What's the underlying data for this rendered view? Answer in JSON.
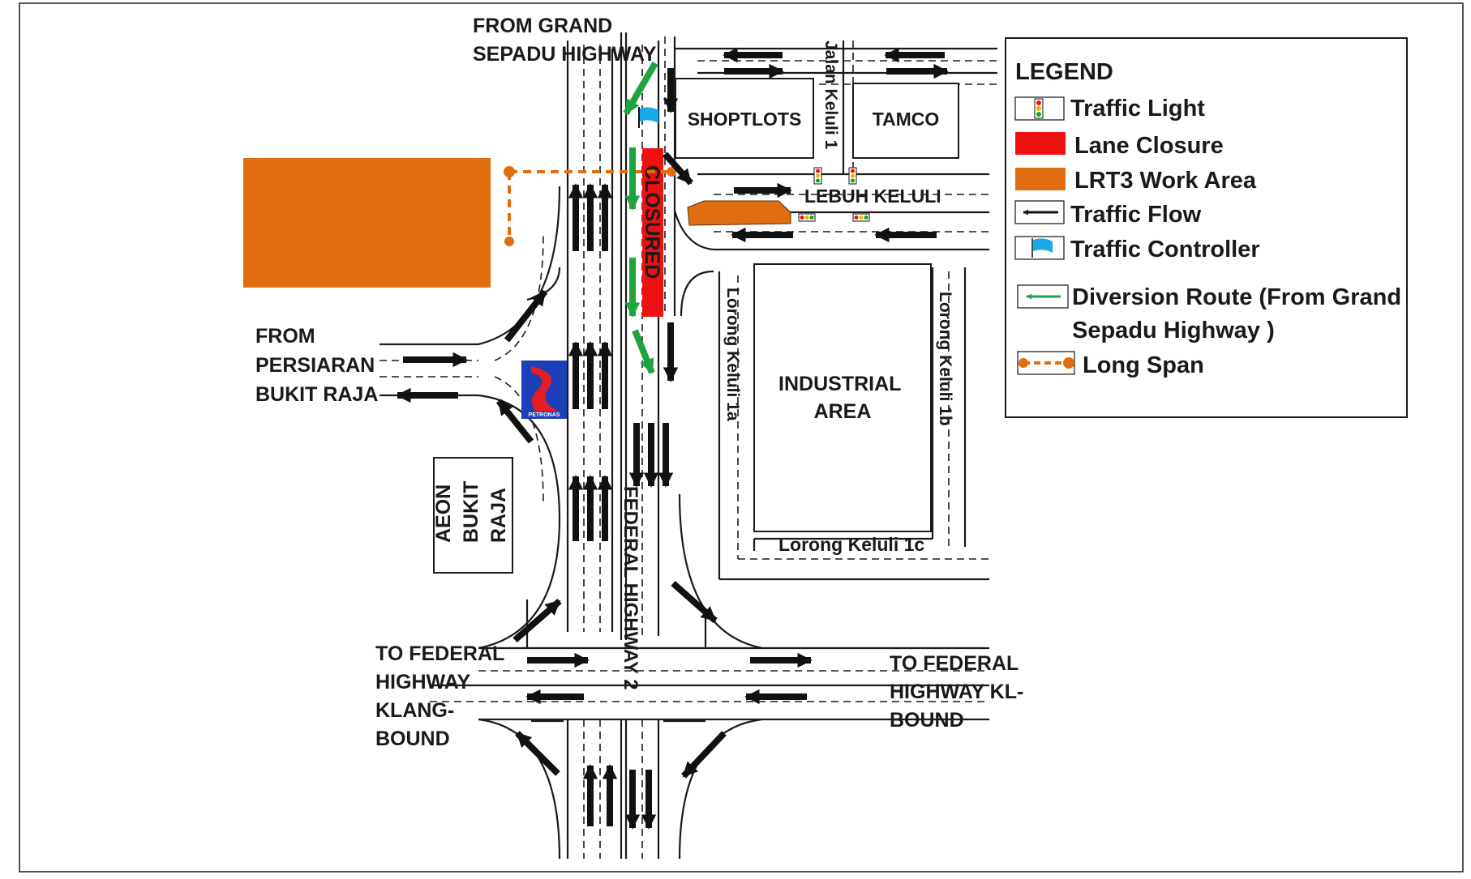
{
  "labels": {
    "from_grand_sepadu": [
      "FROM GRAND",
      "SEPADU HIGHWAY"
    ],
    "from_persiaran_bukit_raja": [
      "FROM",
      "PERSIARAN",
      "BUKIT RAJA"
    ],
    "to_federal_klang": [
      "TO FEDERAL",
      "HIGHWAY",
      "KLANG-",
      "BOUND"
    ],
    "to_federal_kl": [
      "TO FEDERAL",
      "HIGHWAY KL-",
      "BOUND"
    ],
    "shoplots": "SHOPTLOTS",
    "tamco": "TAMCO",
    "lebuh_keluli": "LEBUH KELULI",
    "jalan_keluli_1": "Jalan Keluli 1",
    "lorong_keluli_1a": "Lorong Keluli 1a",
    "lorong_keluli_1b": "Lorong Keluli 1b",
    "lorong_keluli_1c": "Lorong Keluli 1c",
    "industrial_area": [
      "INDUSTRIAL",
      "AREA"
    ],
    "aeon": [
      "AEON",
      "BUKIT",
      "RAJA"
    ],
    "federal_highway_2": "FEDERAL HIGHWAY 2",
    "closure": "CLOSURED",
    "petronas": "PETRONAS"
  },
  "legend": {
    "title": "LEGEND",
    "items": [
      {
        "icon": "traffic-light-icon",
        "label": "Traffic Light"
      },
      {
        "icon": "lane-closure-swatch",
        "label": "Lane Closure"
      },
      {
        "icon": "work-area-swatch",
        "label": "LRT3 Work Area"
      },
      {
        "icon": "traffic-flow-arrow-icon",
        "label": "Traffic Flow"
      },
      {
        "icon": "traffic-controller-flag-icon",
        "label": "Traffic Controller"
      },
      {
        "icon": "diversion-arrow-icon",
        "label": [
          "Diversion Route (From Grand",
          "Sepadu Highway )"
        ]
      },
      {
        "icon": "long-span-icon",
        "label": "Long Span"
      }
    ]
  },
  "colors": {
    "work_area": "#E06E10",
    "closure": "#EE1111",
    "diversion": "#1FA33E",
    "flow": "#111111",
    "controller_flag": "#19A9E8",
    "petronas_blue": "#1B3FB8",
    "petronas_red": "#E41E25"
  }
}
